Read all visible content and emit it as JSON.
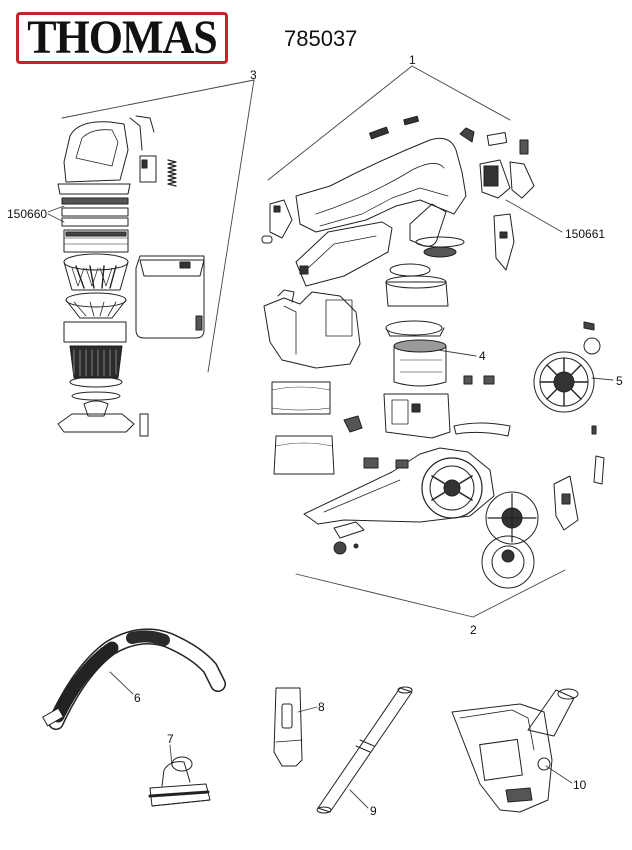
{
  "brand": "THOMAS",
  "model_number": "785037",
  "callouts": {
    "c1": "1",
    "c2": "2",
    "c3": "3",
    "c4": "4",
    "c5": "5",
    "c6": "6",
    "c7": "7",
    "c8": "8",
    "c9": "9",
    "c10": "10",
    "part_150660": "150660",
    "part_150661": "150661"
  },
  "colors": {
    "logo_border": "#c3242a",
    "line": "#222222",
    "fill_dark": "#2b2b2b",
    "fill_mid": "#8c8c8c"
  }
}
